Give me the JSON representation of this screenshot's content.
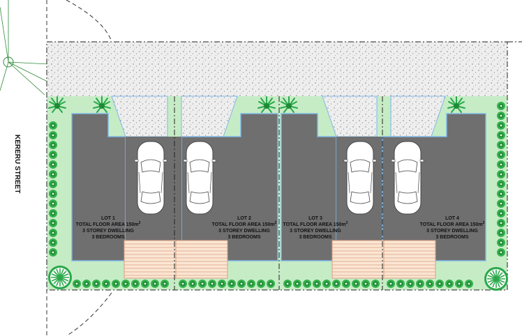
{
  "street": {
    "name": "KERERU STREET"
  },
  "lots": [
    {
      "title": "LOT 1",
      "area": "TOTAL FLOOR AREA 150m",
      "area_sup": "2",
      "type": "3 STOREY DWELLING",
      "bedrooms": "3 BEDROOMS"
    },
    {
      "title": "LOT 2",
      "area": "TOTAL FLOOR AREA 150m",
      "area_sup": "2",
      "type": "3 STOREY DWELLING",
      "bedrooms": "3 BEDROOMS"
    },
    {
      "title": "LOT 3",
      "area": "TOTAL FLOOR AREA 150m",
      "area_sup": "2",
      "type": "3 STOREY DWELLING",
      "bedrooms": "3 BEDROOMS"
    },
    {
      "title": "LOT 4",
      "area": "TOTAL FLOOR AREA 150m",
      "area_sup": "2",
      "type": "3 STOREY DWELLING",
      "bedrooms": "3 BEDROOMS"
    }
  ],
  "colors": {
    "lawn": "#c6ecc6",
    "building": "#6f6f6f",
    "building_outline": "#7fb6e6",
    "paving": "#e8e8e8",
    "deck": "#fbe5d3",
    "deck_line": "#d9a080",
    "shrub": "#2aa84a"
  }
}
